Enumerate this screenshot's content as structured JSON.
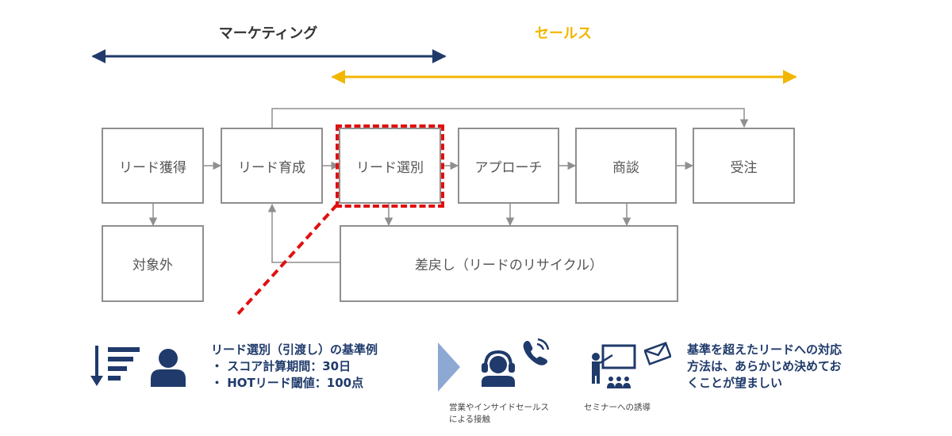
{
  "phases": {
    "marketing": "マーケティング",
    "sales": "セールス"
  },
  "colors": {
    "navy": "#1f3a6b",
    "gold": "#f2b600",
    "red": "#e01010",
    "gray": "#8f8f8f",
    "slate": "#8ea8d4"
  },
  "flow": {
    "lead_acquisition": "リード獲得",
    "lead_nurturing": "リード育成",
    "lead_qualification": "リード選別",
    "approach": "アプローチ",
    "negotiation": "商談",
    "order": "受注",
    "out_of_scope": "対象外",
    "recycle": "差戻し（リードのリサイクル）"
  },
  "criteria": {
    "title": "リード選別（引渡し）の基準例",
    "items": [
      "・ スコア計算期間：30日",
      "・ HOTリード閾値：100点"
    ]
  },
  "actions": {
    "sales_contact_line1": "営業やインサイドセールス",
    "sales_contact_line2": "による接触",
    "seminar": "セミナーへの誘導"
  },
  "note": {
    "line1": "基準を超えたリードへの対応",
    "line2": "方法は、あらかじめ決めてお",
    "line3": "くことが望ましい"
  },
  "icons": [
    "sort-descending-icon",
    "person-icon",
    "chevron-right-icon",
    "headset-operator-icon",
    "phone-call-icon",
    "presentation-icon",
    "envelope-icon"
  ]
}
